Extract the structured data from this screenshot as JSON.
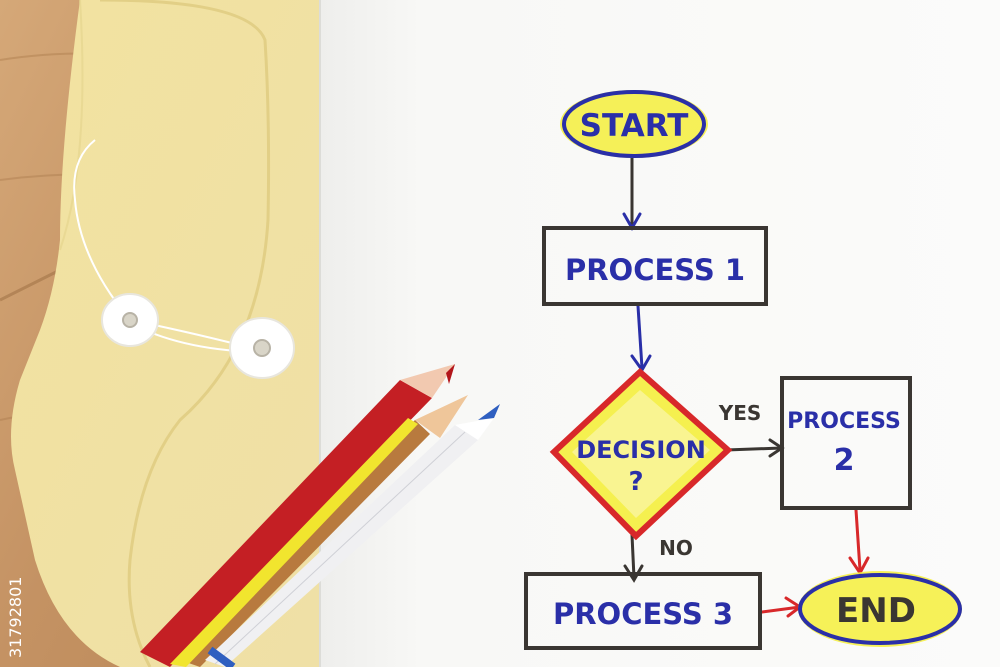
{
  "flowchart": {
    "start": "START",
    "process1": "PROCESS 1",
    "decision_line1": "DECISION",
    "decision_line2": "?",
    "yes": "YES",
    "no": "NO",
    "process2_line1": "PROCESS",
    "process2_line2": "2",
    "process3": "PROCESS 3",
    "end": "END"
  },
  "watermark": {
    "stock_id": "31792801"
  },
  "colors": {
    "ink_blue": "#2a2fa8",
    "ink_dark": "#3a3632",
    "marker_red": "#d8282a",
    "marker_yellow": "#f4ee3c",
    "envelope": "#f3e6a6",
    "paper": "#f7f7f5",
    "wood": "#c89a6a"
  }
}
